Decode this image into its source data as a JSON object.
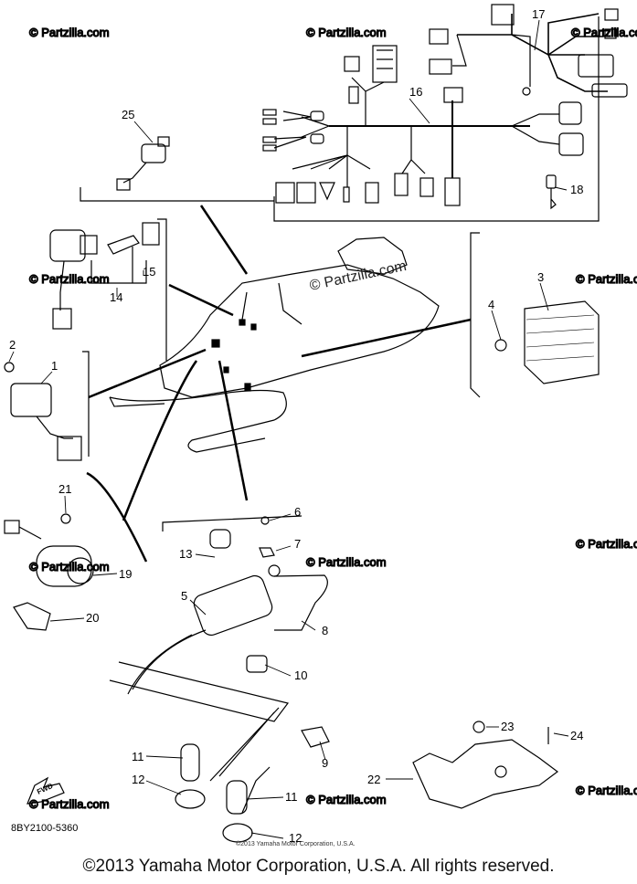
{
  "diagram": {
    "drawing_code": "8BY2100-5360",
    "fwd_label": "FWD",
    "watermark": "© Partzilla.com",
    "center_watermark": "© Partzilla.com",
    "small_copyright": "©2013 Yamaha Motor Corporation, U.S.A.",
    "copyright": "©2013 Yamaha Motor Corporation, U.S.A. All rights reserved.",
    "callouts": [
      "1",
      "2",
      "3",
      "4",
      "5",
      "6",
      "7",
      "8",
      "9",
      "10",
      "11",
      "11",
      "12",
      "12",
      "13",
      "14",
      "15",
      "16",
      "17",
      "18",
      "19",
      "20",
      "21",
      "22",
      "23",
      "24",
      "25"
    ]
  }
}
